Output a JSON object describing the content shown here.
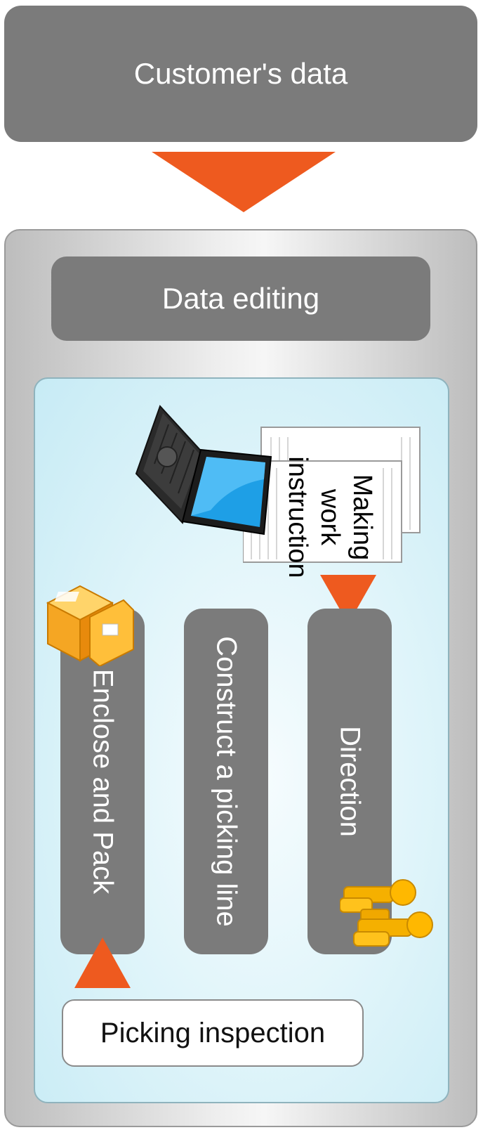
{
  "top": {
    "label": "Customer's data"
  },
  "editing": {
    "label": "Data editing"
  },
  "document": {
    "lines": [
      "Making",
      "work",
      "instruction"
    ]
  },
  "columns": {
    "enclose": "Enclose and Pack",
    "construct": "Construct a picking line",
    "direction": "Direction"
  },
  "inspection": {
    "label": "Picking inspection"
  },
  "colors": {
    "arrow": "#ee5a1f",
    "box": "#7b7b7b",
    "panel_inner": "#d4f0f7",
    "icon_gold": "#f5a623"
  },
  "icons": [
    "laptop-icon",
    "document-stack-icon",
    "boxes-icon",
    "people-icon"
  ]
}
